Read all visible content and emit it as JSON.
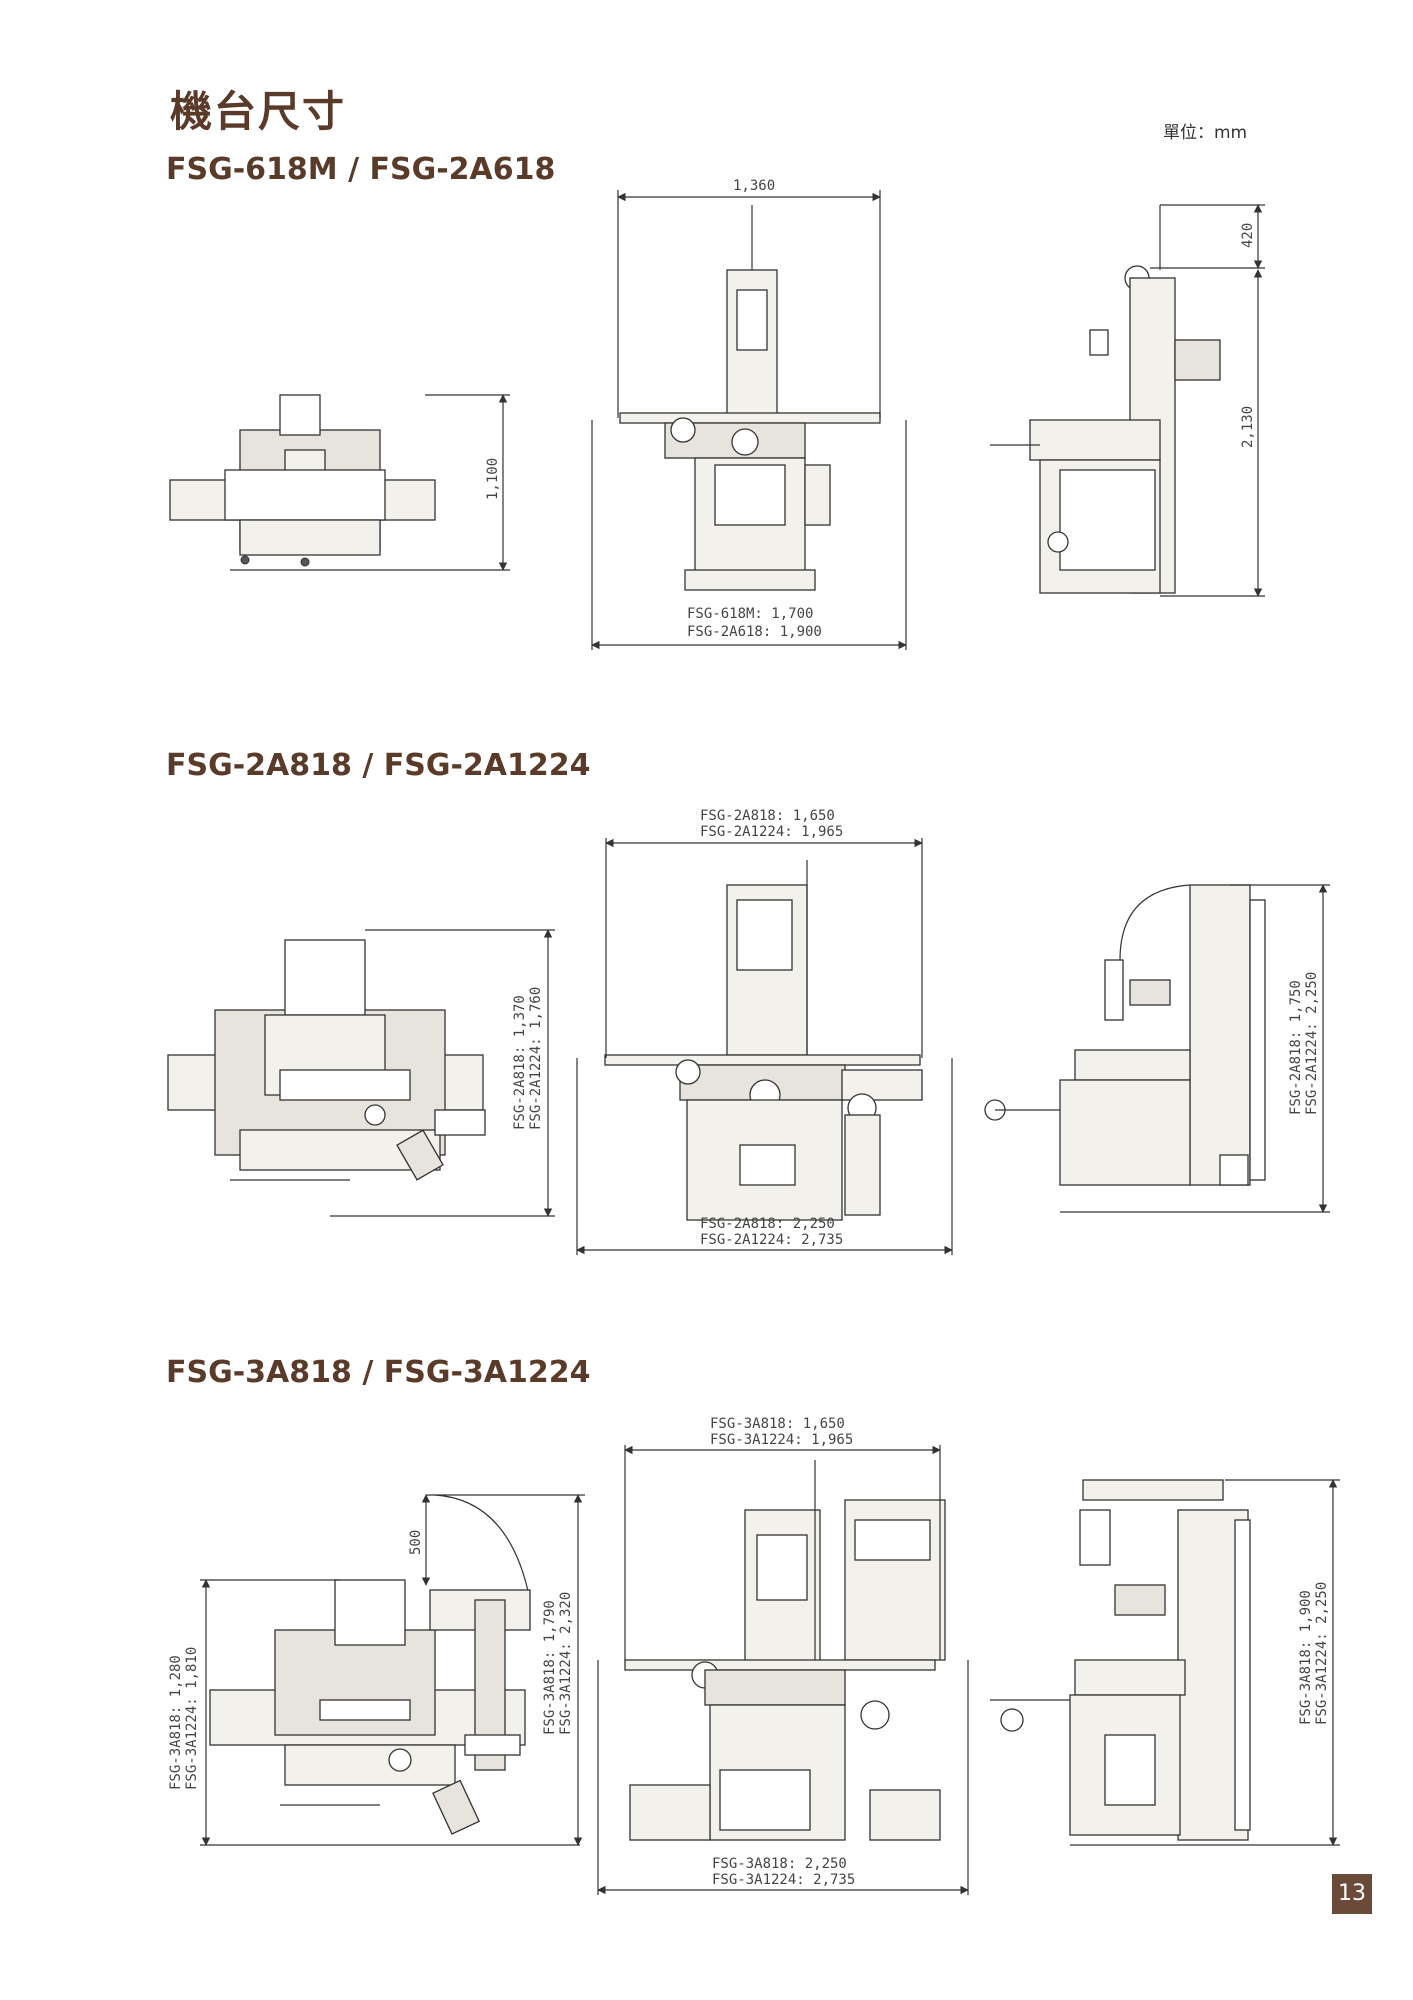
{
  "header": {
    "title": "機台尺寸",
    "unit": "單位：mm",
    "page_number": "13"
  },
  "sections": [
    {
      "title": "FSG-618M / FSG-2A618",
      "dims": {
        "front_width": "1,360",
        "overall_line1": "FSG-618M: 1,700",
        "overall_line2": "FSG-2A618: 1,900",
        "top_height": "1,100",
        "side_extra": "420",
        "side_height": "2,130"
      }
    },
    {
      "title": "FSG-2A818 / FSG-2A1224",
      "dims": {
        "front_width_line1": "FSG-2A818: 1,650",
        "front_width_line2": "FSG-2A1224: 1,965",
        "overall_line1": "FSG-2A818: 2,250",
        "overall_line2": "FSG-2A1224: 2,735",
        "top_height_line1": "FSG-2A818: 1,370",
        "top_height_line2": "FSG-2A1224: 1,760",
        "side_height_line1": "FSG-2A818: 1,750",
        "side_height_line2": "FSG-2A1224: 2,250"
      }
    },
    {
      "title": "FSG-3A818 / FSG-3A1224",
      "dims": {
        "front_width_line1": "FSG-3A818: 1,650",
        "front_width_line2": "FSG-3A1224: 1,965",
        "overall_line1": "FSG-3A818: 2,250",
        "overall_line2": "FSG-3A1224: 2,735",
        "top_swing": "500",
        "top_height_line1": "FSG-3A818: 1,280",
        "top_height_line2": "FSG-3A1224: 1,810",
        "top_right_line1": "FSG-3A818: 1,790",
        "top_right_line2": "FSG-3A1224: 2,320",
        "side_height_line1": "FSG-3A818: 1,900",
        "side_height_line2": "FSG-3A1224: 2,250"
      }
    }
  ]
}
